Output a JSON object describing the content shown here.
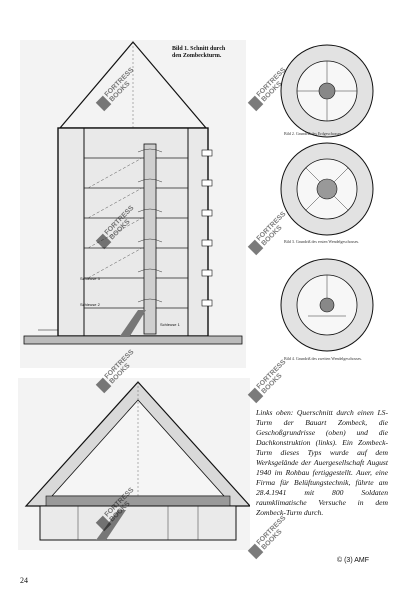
{
  "figure": {
    "label_line1": "Bild 1. Schnitt durch",
    "label_line2": "den Zombeckturm.",
    "labels": {
      "schleuse_1": "Schleuse 1",
      "schleuse_2": "Schleuse 2",
      "schleuse_3": "Schleuse 3"
    }
  },
  "plans": [
    {
      "caption": "Bild 2. Grundriß des Erdgeschosses."
    },
    {
      "caption": "Bild 3. Grundriß des ersten Wendelgeschosses."
    },
    {
      "caption": "Bild 4. Grundriß des zweiten Wendelgeschosses."
    }
  ],
  "caption": {
    "text": "Links oben: Querschnitt durch einen LS-Turm der Bauart Zombeck, die Geschoßgrundrisse (oben) und die Dachkonstruktion (links). Ein Zombeck-Turm dieses Typs wurde auf dem Werksgelände der Auergesellschaft August 1940 im Rohbau fertiggestellt. Auer, eine Firma für Belüftungstechnik, führte am 28.4.1941 mit 800 Soldaten raumklimatische Versuche in dem Zombeck-Turm durch."
  },
  "credit": "© (3) AMF",
  "page_number": "24",
  "watermark": {
    "line1": "FORTRESS",
    "line2": "BOOKS"
  }
}
